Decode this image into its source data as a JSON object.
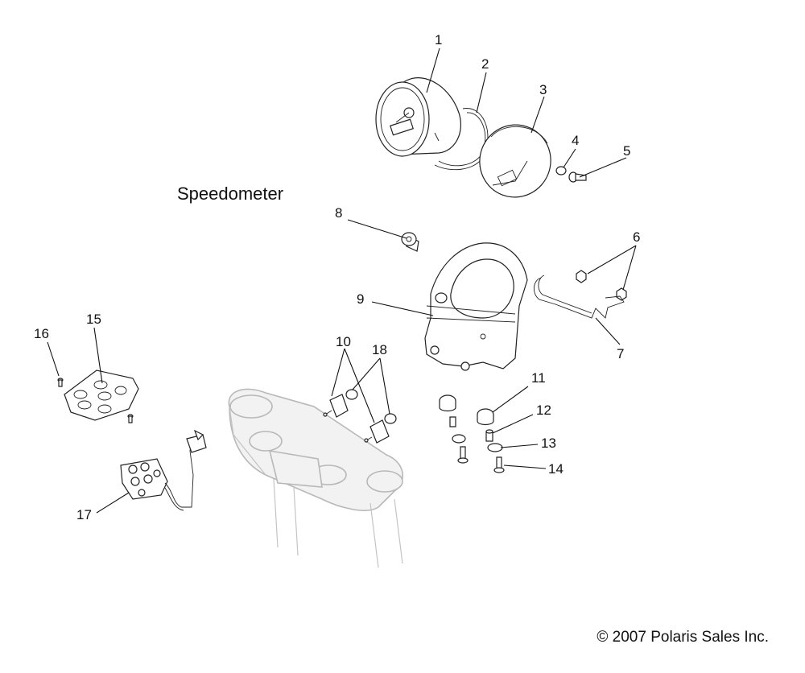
{
  "diagram": {
    "title": "Speedometer",
    "copyright": "© 2007 Polaris Sales Inc.",
    "callouts": [
      "1",
      "2",
      "3",
      "4",
      "5",
      "6",
      "7",
      "8",
      "9",
      "10",
      "11",
      "12",
      "13",
      "14",
      "15",
      "16",
      "17",
      "18"
    ]
  }
}
